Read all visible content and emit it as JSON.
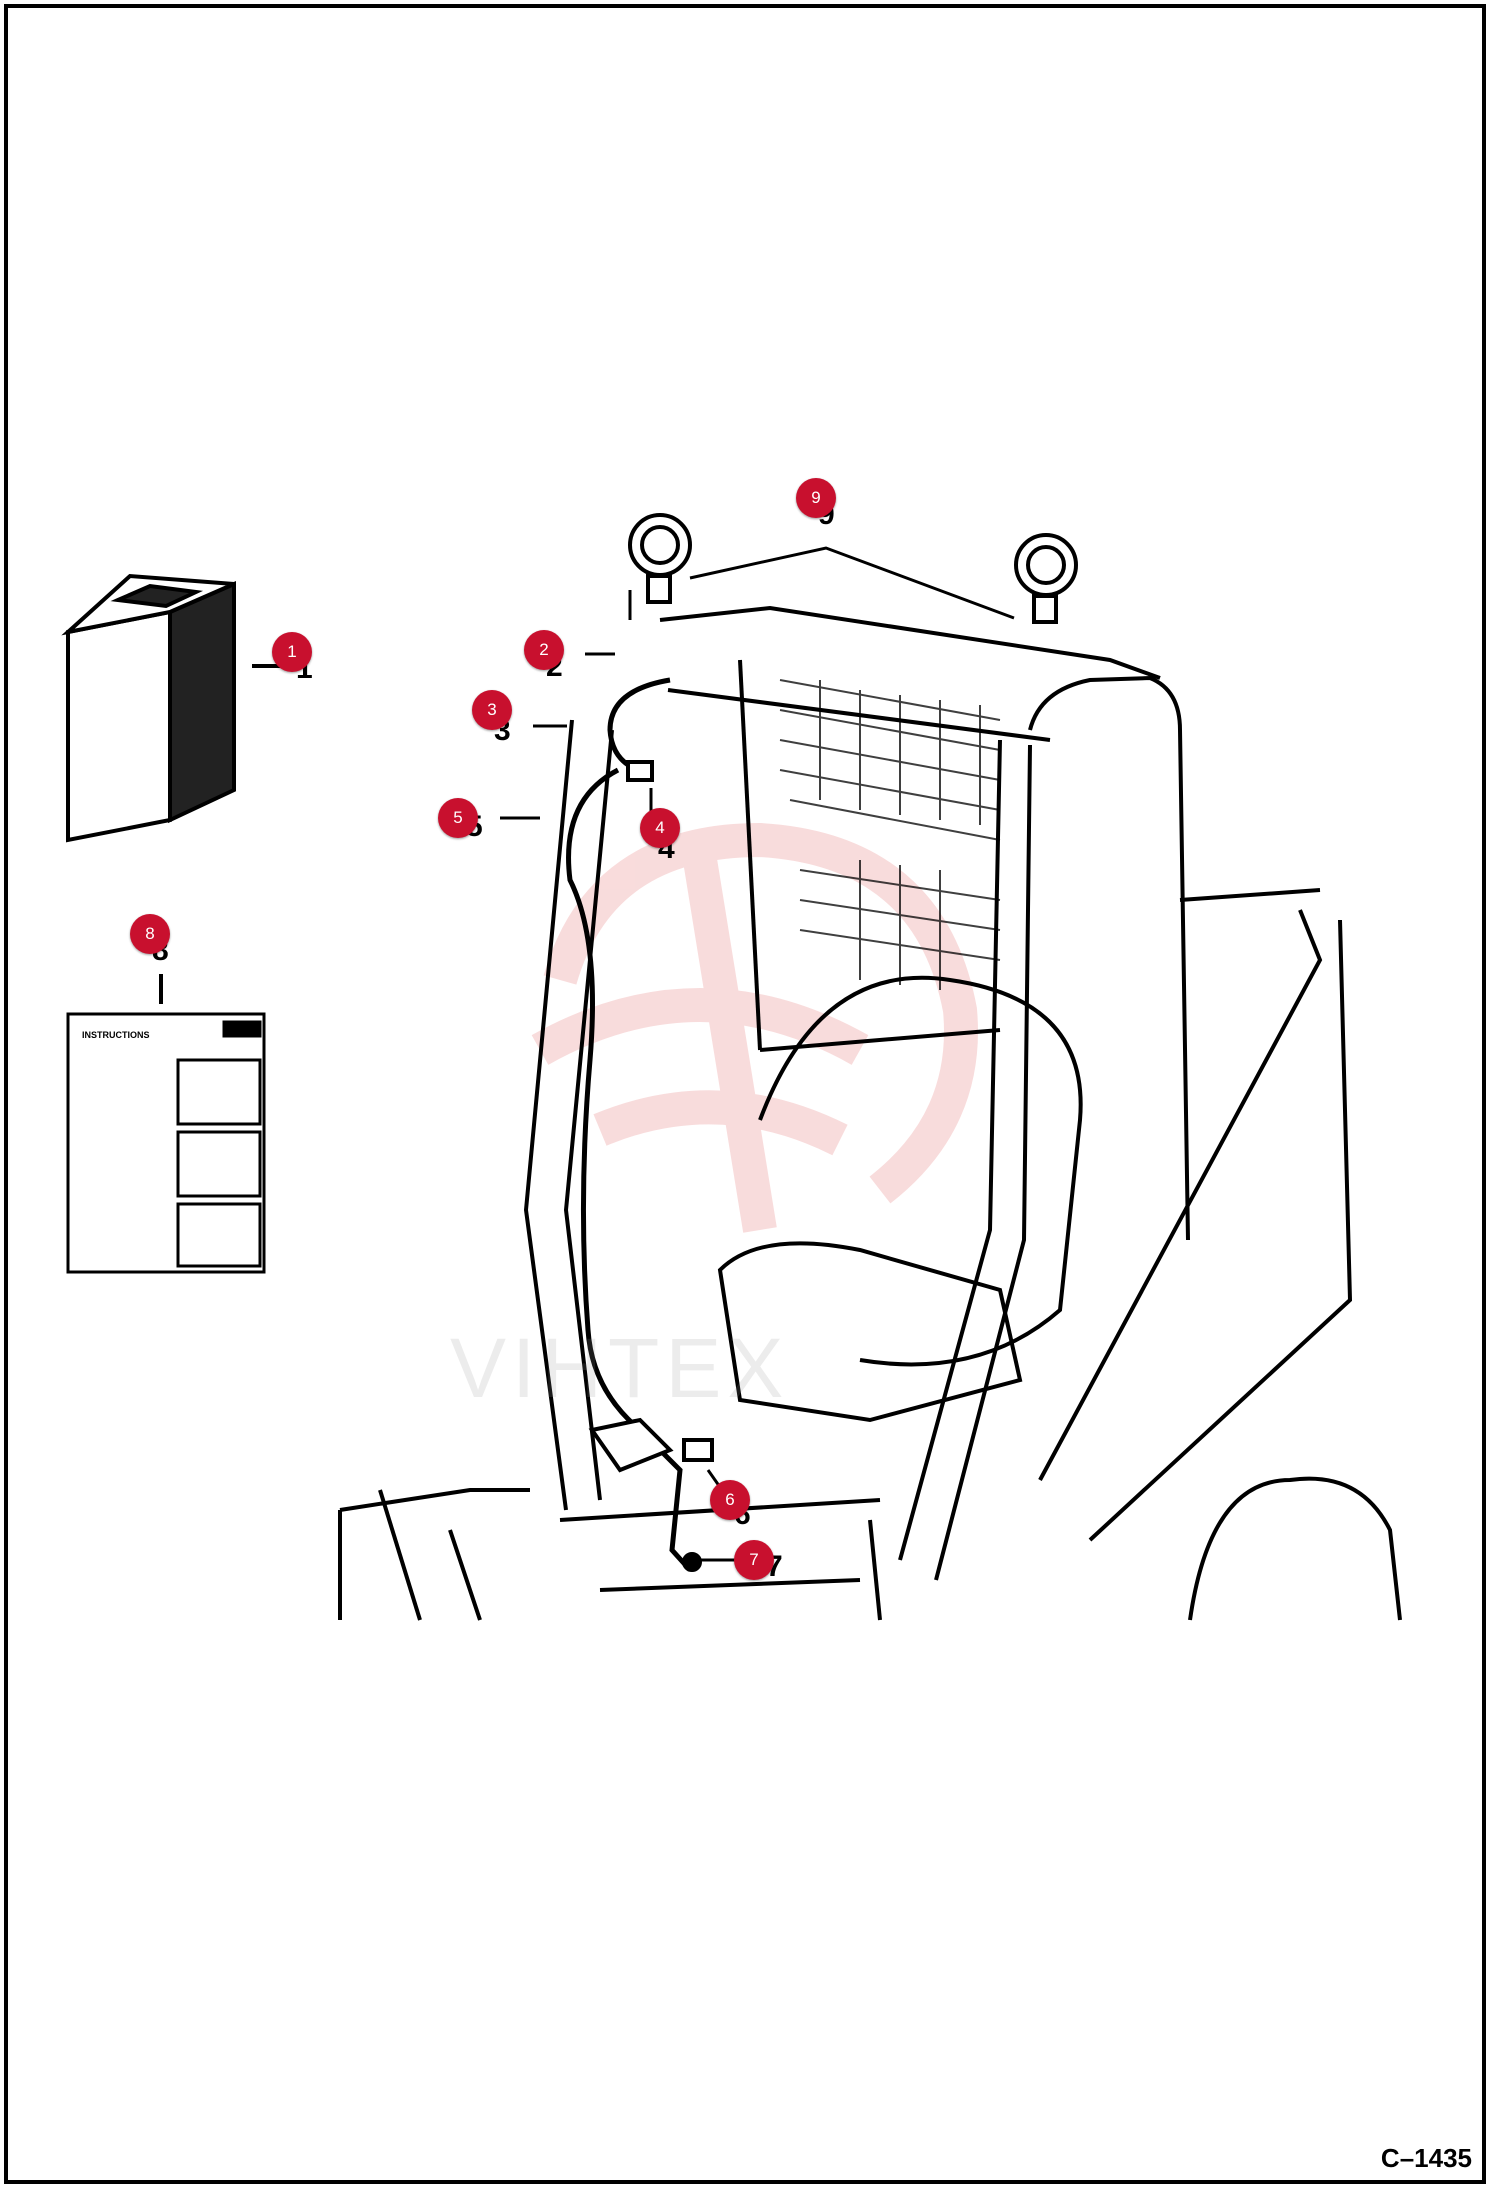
{
  "figure": {
    "code": "C–1435",
    "watermark": "VIHTEX"
  },
  "decal": {
    "title": "INSTRUCTIONS"
  },
  "callouts": [
    {
      "num": "1",
      "label": "1"
    },
    {
      "num": "2",
      "label": "2"
    },
    {
      "num": "3",
      "label": "3"
    },
    {
      "num": "4",
      "label": "4"
    },
    {
      "num": "5",
      "label": "5"
    },
    {
      "num": "6",
      "label": "6"
    },
    {
      "num": "7",
      "label": "7"
    },
    {
      "num": "8",
      "label": "8"
    },
    {
      "num": "9",
      "label": "9"
    }
  ],
  "colors": {
    "callout": "#c8102e",
    "line": "#000000",
    "watermark_logo": "#f2b8b8"
  }
}
